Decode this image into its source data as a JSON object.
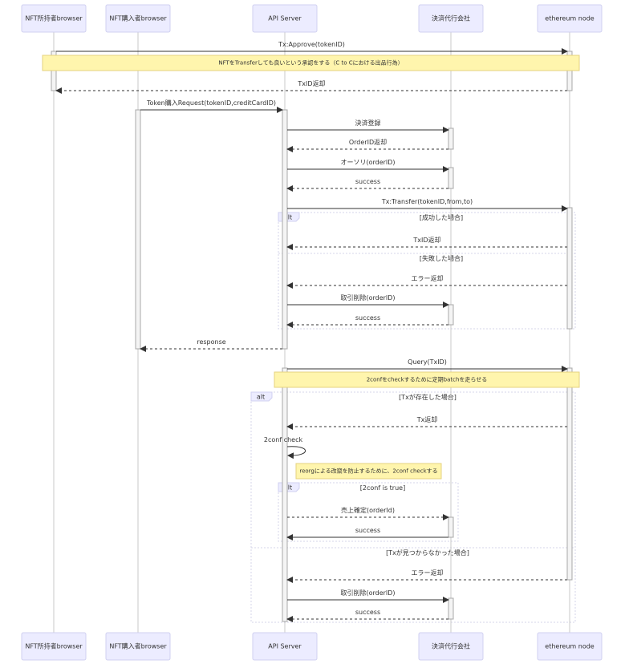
{
  "actors": [
    {
      "id": "owner",
      "label": "NFT所持者browser"
    },
    {
      "id": "buyer",
      "label": "NFT購入者browser"
    },
    {
      "id": "api",
      "label": "API Server"
    },
    {
      "id": "pay",
      "label": "決済代行会社"
    },
    {
      "id": "eth",
      "label": "ethereum node"
    }
  ],
  "messages": [
    {
      "from": "owner",
      "to": "eth",
      "label": "Tx:Approve(tokenID)",
      "dashed": false
    },
    {
      "from": "eth",
      "to": "owner",
      "label": "TxID返却",
      "dashed": true
    },
    {
      "from": "buyer",
      "to": "api",
      "label": "Token購入Request(tokenID,creditCardID)",
      "dashed": false
    },
    {
      "from": "api",
      "to": "pay",
      "label": "決済登録",
      "dashed": false
    },
    {
      "from": "pay",
      "to": "api",
      "label": "OrderID返却",
      "dashed": true
    },
    {
      "from": "api",
      "to": "pay",
      "label": "オーソリ(orderID)",
      "dashed": false
    },
    {
      "from": "pay",
      "to": "api",
      "label": "success",
      "dashed": true
    },
    {
      "from": "api",
      "to": "eth",
      "label": "Tx:Transfer(tokenID,from,to)",
      "dashed": false
    },
    {
      "from": "eth",
      "to": "api",
      "label": "TxID返却",
      "dashed": true
    },
    {
      "from": "eth",
      "to": "api",
      "label": "エラー返却",
      "dashed": true
    },
    {
      "from": "api",
      "to": "pay",
      "label": "取引削除(orderID)",
      "dashed": false
    },
    {
      "from": "pay",
      "to": "api",
      "label": "success",
      "dashed": true
    },
    {
      "from": "api",
      "to": "buyer",
      "label": "response",
      "dashed": true
    },
    {
      "from": "api",
      "to": "eth",
      "label": "Query(TxID)",
      "dashed": false
    },
    {
      "from": "eth",
      "to": "api",
      "label": "Tx返却",
      "dashed": true
    },
    {
      "from": "api",
      "to": "api",
      "label": "2conf check",
      "dashed": false,
      "self": true
    },
    {
      "from": "api",
      "to": "pay",
      "label": "売上確定(orderId)",
      "dashed": true
    },
    {
      "from": "pay",
      "to": "api",
      "label": "success",
      "dashed": false
    },
    {
      "from": "eth",
      "to": "api",
      "label": "エラー返却",
      "dashed": true
    },
    {
      "from": "api",
      "to": "pay",
      "label": "取引削除(orderID)",
      "dashed": false
    },
    {
      "from": "pay",
      "to": "api",
      "label": "success",
      "dashed": true
    }
  ],
  "notes": [
    {
      "label": "NFTをTransferしても良いという承認をする（C to Cにおける出品行為）"
    },
    {
      "label": "2confをcheckするために定期batchを走らせる"
    },
    {
      "label": "reorgによる改竄を防止するために、2conf checkする"
    }
  ],
  "frames": [
    {
      "tag": "alt",
      "sections": [
        "[成功した場合]",
        "[失敗した場合]"
      ]
    },
    {
      "tag": "alt",
      "sections": [
        "[Txが存在した場合]",
        "[Txが見つからなかった場合]"
      ]
    },
    {
      "tag": "alt",
      "sections": [
        "[2conf is true]"
      ]
    }
  ],
  "colors": {
    "actor_fill": "#ececff",
    "note_fill": "#fff5ad",
    "line": "#333333"
  }
}
